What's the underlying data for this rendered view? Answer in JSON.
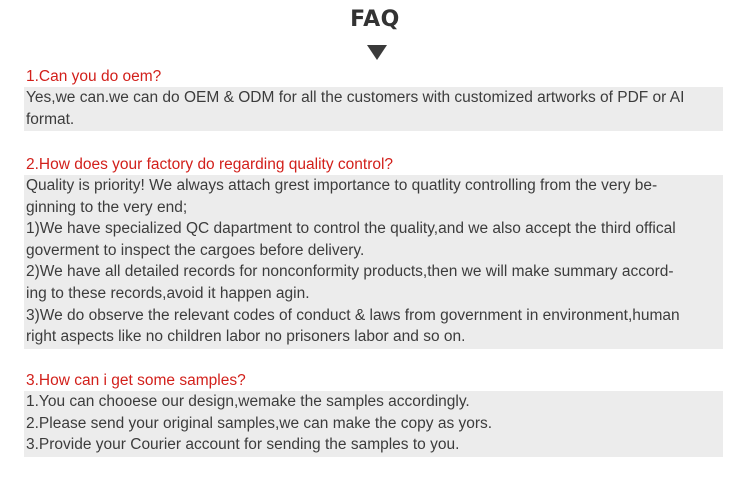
{
  "page": {
    "title": "FAQ"
  },
  "faqs": [
    {
      "question": "1.Can you do oem?",
      "answer_lines": [
        "Yes,we can.we can do OEM & ODM for all the customers with customized artworks of PDF or AI",
        "format."
      ]
    },
    {
      "question": "2.How does your factory do regarding quality control?",
      "answer_lines": [
        "Quality is priority!  We always attach grest importance to quatlity controlling from the very be-",
        "ginning to the very end;",
        "1)We have specialized QC dapartment to control the quality,and we also accept the third offical",
        "goverment to inspect the cargoes before delivery.",
        "2)We have all detailed records for nonconformity products,then we will make summary accord-",
        "ing to these records,avoid it happen agin.",
        "3)We do observe the relevant codes of conduct & laws from government in environment,human",
        "right aspects like no children labor no prisoners labor and so on."
      ]
    },
    {
      "question": "3.How can i get some samples?",
      "answer_lines": [
        "1.You can chooese our design,wemake the samples accordingly.",
        "2.Please send your original samples,we can make the copy as yors.",
        "3.Provide your Courier account for sending the samples to you."
      ]
    }
  ]
}
